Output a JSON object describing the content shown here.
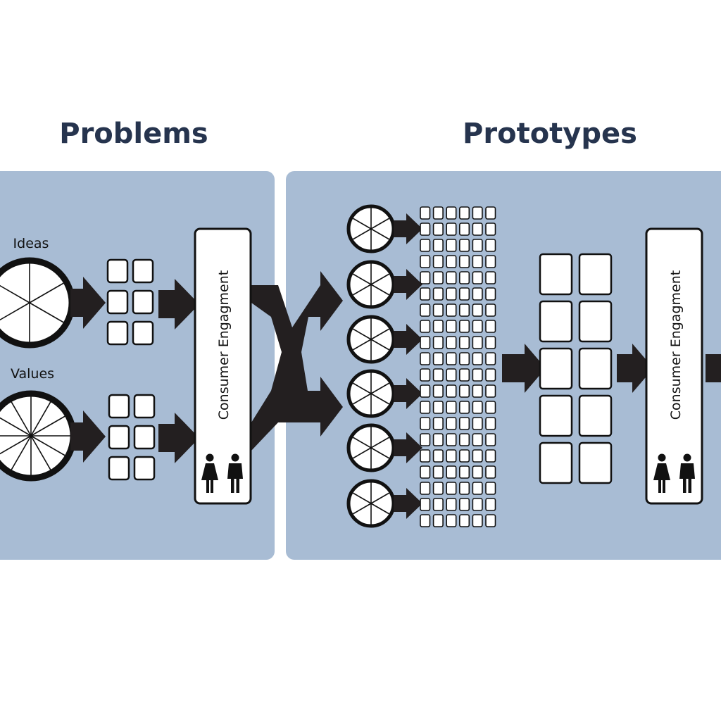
{
  "headings": {
    "left": "Problems",
    "right": "Prototypes"
  },
  "labels": {
    "ideas": "Ideas",
    "values": "Values"
  },
  "consumer_engagement": {
    "left": "Consumer Engagment",
    "right": "Consumer Engagment"
  },
  "colors": {
    "panel": "#a8bcd4",
    "heading": "#26344e",
    "arrow": "#231f20",
    "outline": "#111111",
    "box_fill": "#ffffff"
  },
  "icons": {
    "arrow": "right-arrow-icon",
    "wheel": "segmented-wheel-icon",
    "people": "woman-man-icon"
  }
}
